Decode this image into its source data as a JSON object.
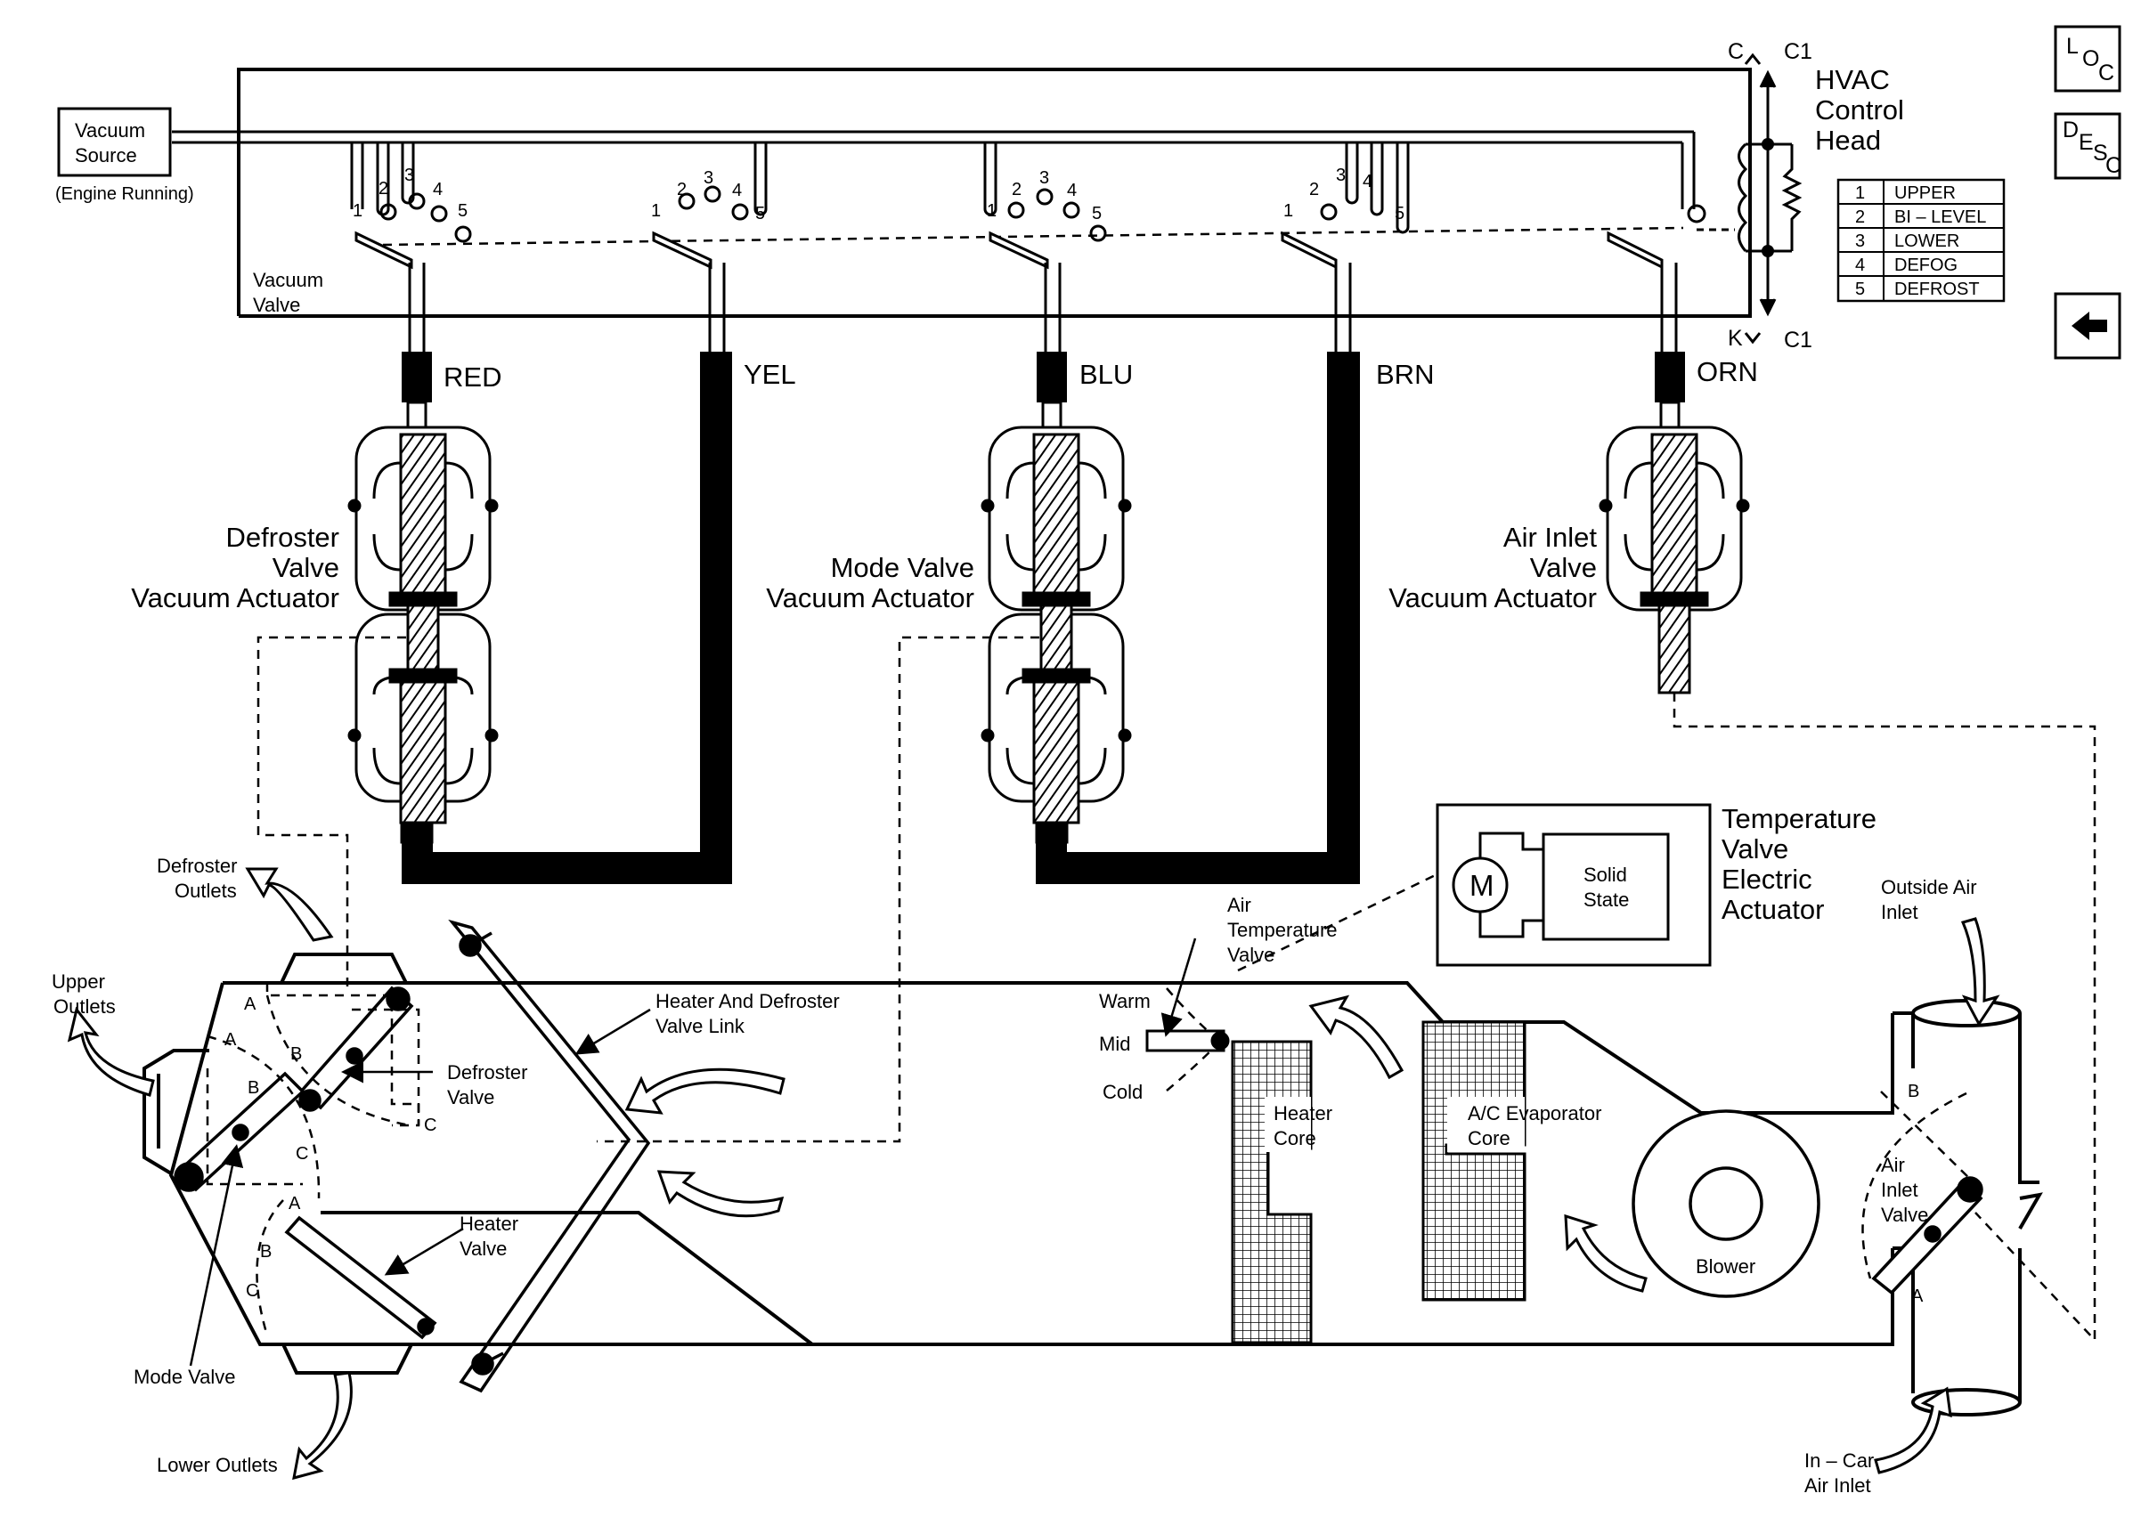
{
  "colors": {
    "ink": "#000000",
    "paper": "#ffffff"
  },
  "vacuum_source": {
    "line1": "Vacuum",
    "line2": "Source",
    "note": "(Engine Running)"
  },
  "vacuum_valve": {
    "line1": "Vacuum",
    "line2": "Valve"
  },
  "control_head": {
    "line1": "HVAC",
    "line2": "Control",
    "line3": "Head",
    "connector_top_left": "C",
    "connector_top_right": "C1",
    "connector_bottom_left": "K",
    "connector_bottom_right": "C1"
  },
  "port_numbers": [
    "1",
    "2",
    "3",
    "4",
    "5"
  ],
  "hoses": {
    "red": "RED",
    "yel": "YEL",
    "blu": "BLU",
    "brn": "BRN",
    "orn": "ORN"
  },
  "legend": [
    {
      "num": "1",
      "label": "UPPER"
    },
    {
      "num": "2",
      "label": "BI – LEVEL"
    },
    {
      "num": "3",
      "label": "LOWER"
    },
    {
      "num": "4",
      "label": "DEFOG"
    },
    {
      "num": "5",
      "label": "DEFROST"
    }
  ],
  "nav": {
    "loc": {
      "l": "L",
      "o": "O",
      "c": "C",
      "icon": "loc-icon"
    },
    "desc": {
      "d": "D",
      "e": "E",
      "s": "S",
      "c": "C",
      "icon": "desc-icon"
    },
    "back": {
      "icon": "back-arrow-icon"
    }
  },
  "actuators": {
    "defroster": {
      "line1": "Defroster",
      "line2": "Valve",
      "line3": "Vacuum Actuator"
    },
    "mode": {
      "line1": "Mode Valve",
      "line2": "Vacuum Actuator"
    },
    "air_inlet": {
      "line1": "Air Inlet",
      "line2": "Valve",
      "line3": "Vacuum Actuator"
    }
  },
  "temp_actuator": {
    "line1": "Temperature",
    "line2": "Valve",
    "line3": "Electric",
    "line4": "Actuator",
    "motor": "M",
    "solid1": "Solid",
    "solid2": "State"
  },
  "labels": {
    "defroster_outlets_1": "Defroster",
    "defroster_outlets_2": "Outlets",
    "upper_outlets_1": "Upper",
    "upper_outlets_2": "Outlets",
    "lower_outlets": "Lower Outlets",
    "mode_valve": "Mode Valve",
    "heater_valve_1": "Heater",
    "heater_valve_2": "Valve",
    "defroster_valve_1": "Defroster",
    "defroster_valve_2": "Valve",
    "link_1": "Heater And Defroster",
    "link_2": "Valve Link",
    "air_temp_1": "Air",
    "air_temp_2": "Temperature",
    "air_temp_3": "Valve",
    "warm": "Warm",
    "mid": "Mid",
    "cold": "Cold",
    "heater_core_1": "Heater",
    "heater_core_2": "Core",
    "evap_1": "A/C Evaporator",
    "evap_2": "Core",
    "blower": "Blower",
    "air_inlet_valve_1": "Air",
    "air_inlet_valve_2": "Inlet",
    "air_inlet_valve_3": "Valve",
    "outside_air_1": "Outside Air",
    "outside_air_2": "Inlet",
    "in_car_1": "In – Car",
    "in_car_2": "Air Inlet",
    "pos_a": "A",
    "pos_b": "B",
    "pos_c": "C"
  }
}
